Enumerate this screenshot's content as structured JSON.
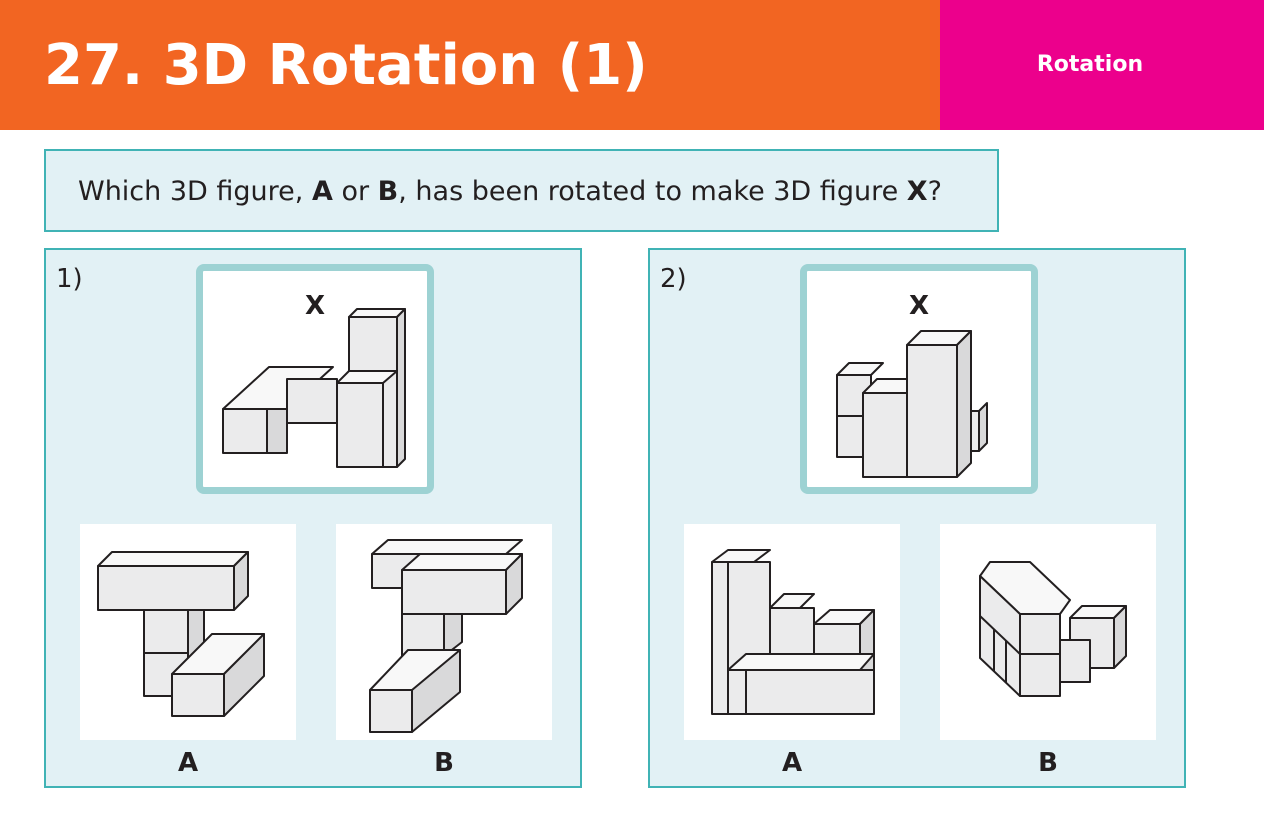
{
  "header": {
    "title": "27. 3D Rotation (1)",
    "tag": "Rotation",
    "colors": {
      "title_bg": "#f26522",
      "tag_bg": "#ec008c",
      "panel_bg": "#e2f1f5",
      "panel_border": "#40b3b5"
    }
  },
  "instruction": {
    "part1": "Which 3D figure, ",
    "a": "A",
    "part2": " or ",
    "b": "B",
    "part3": ", has been rotated to make 3D figure ",
    "x": "X",
    "part4": "?"
  },
  "questions": [
    {
      "number": "1)",
      "target_label": "X",
      "option_a": "A",
      "option_b": "B"
    },
    {
      "number": "2)",
      "target_label": "X",
      "option_a": "A",
      "option_b": "B"
    }
  ]
}
